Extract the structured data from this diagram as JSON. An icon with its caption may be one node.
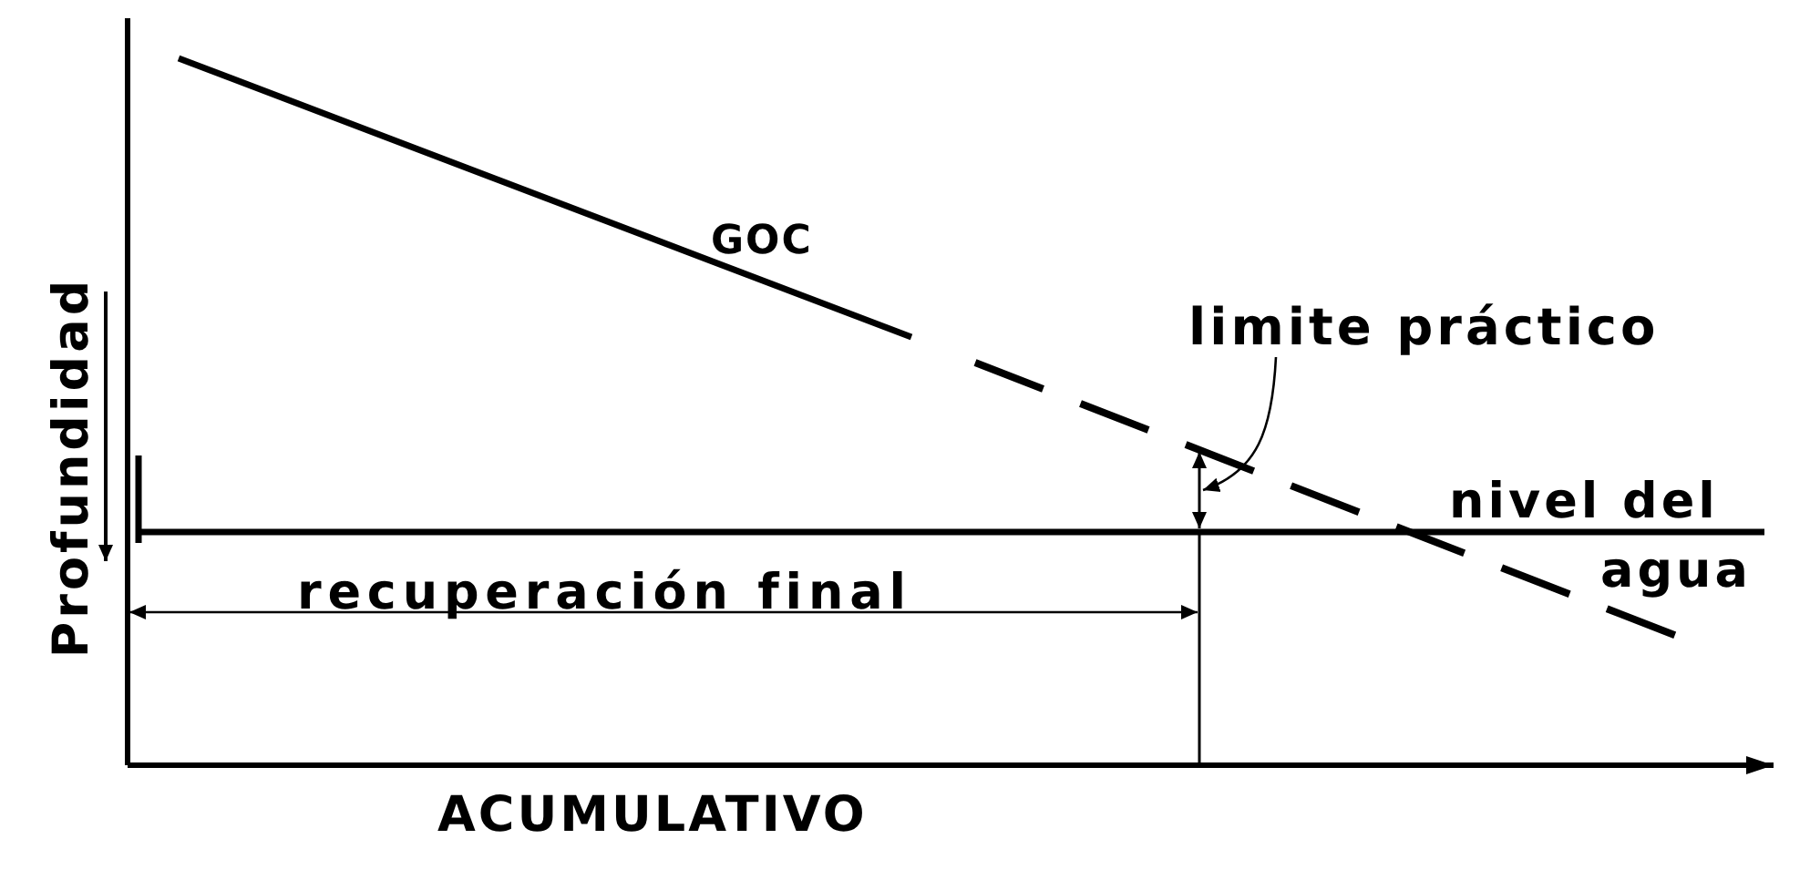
{
  "diagram": {
    "nodes": [
      {
        "text": [
          "limite práctico"
        ]
      },
      {
        "text": [],
        "shape": "arrow"
      }
    ],
    "edges": [
      {
        "from": 0,
        "to": 1,
        "arrow": "to"
      }
    ],
    "labels": [
      "GOC",
      "Profundidad",
      "nivel del",
      "agua",
      "recuperación final",
      "ACUMULATIVO"
    ]
  }
}
